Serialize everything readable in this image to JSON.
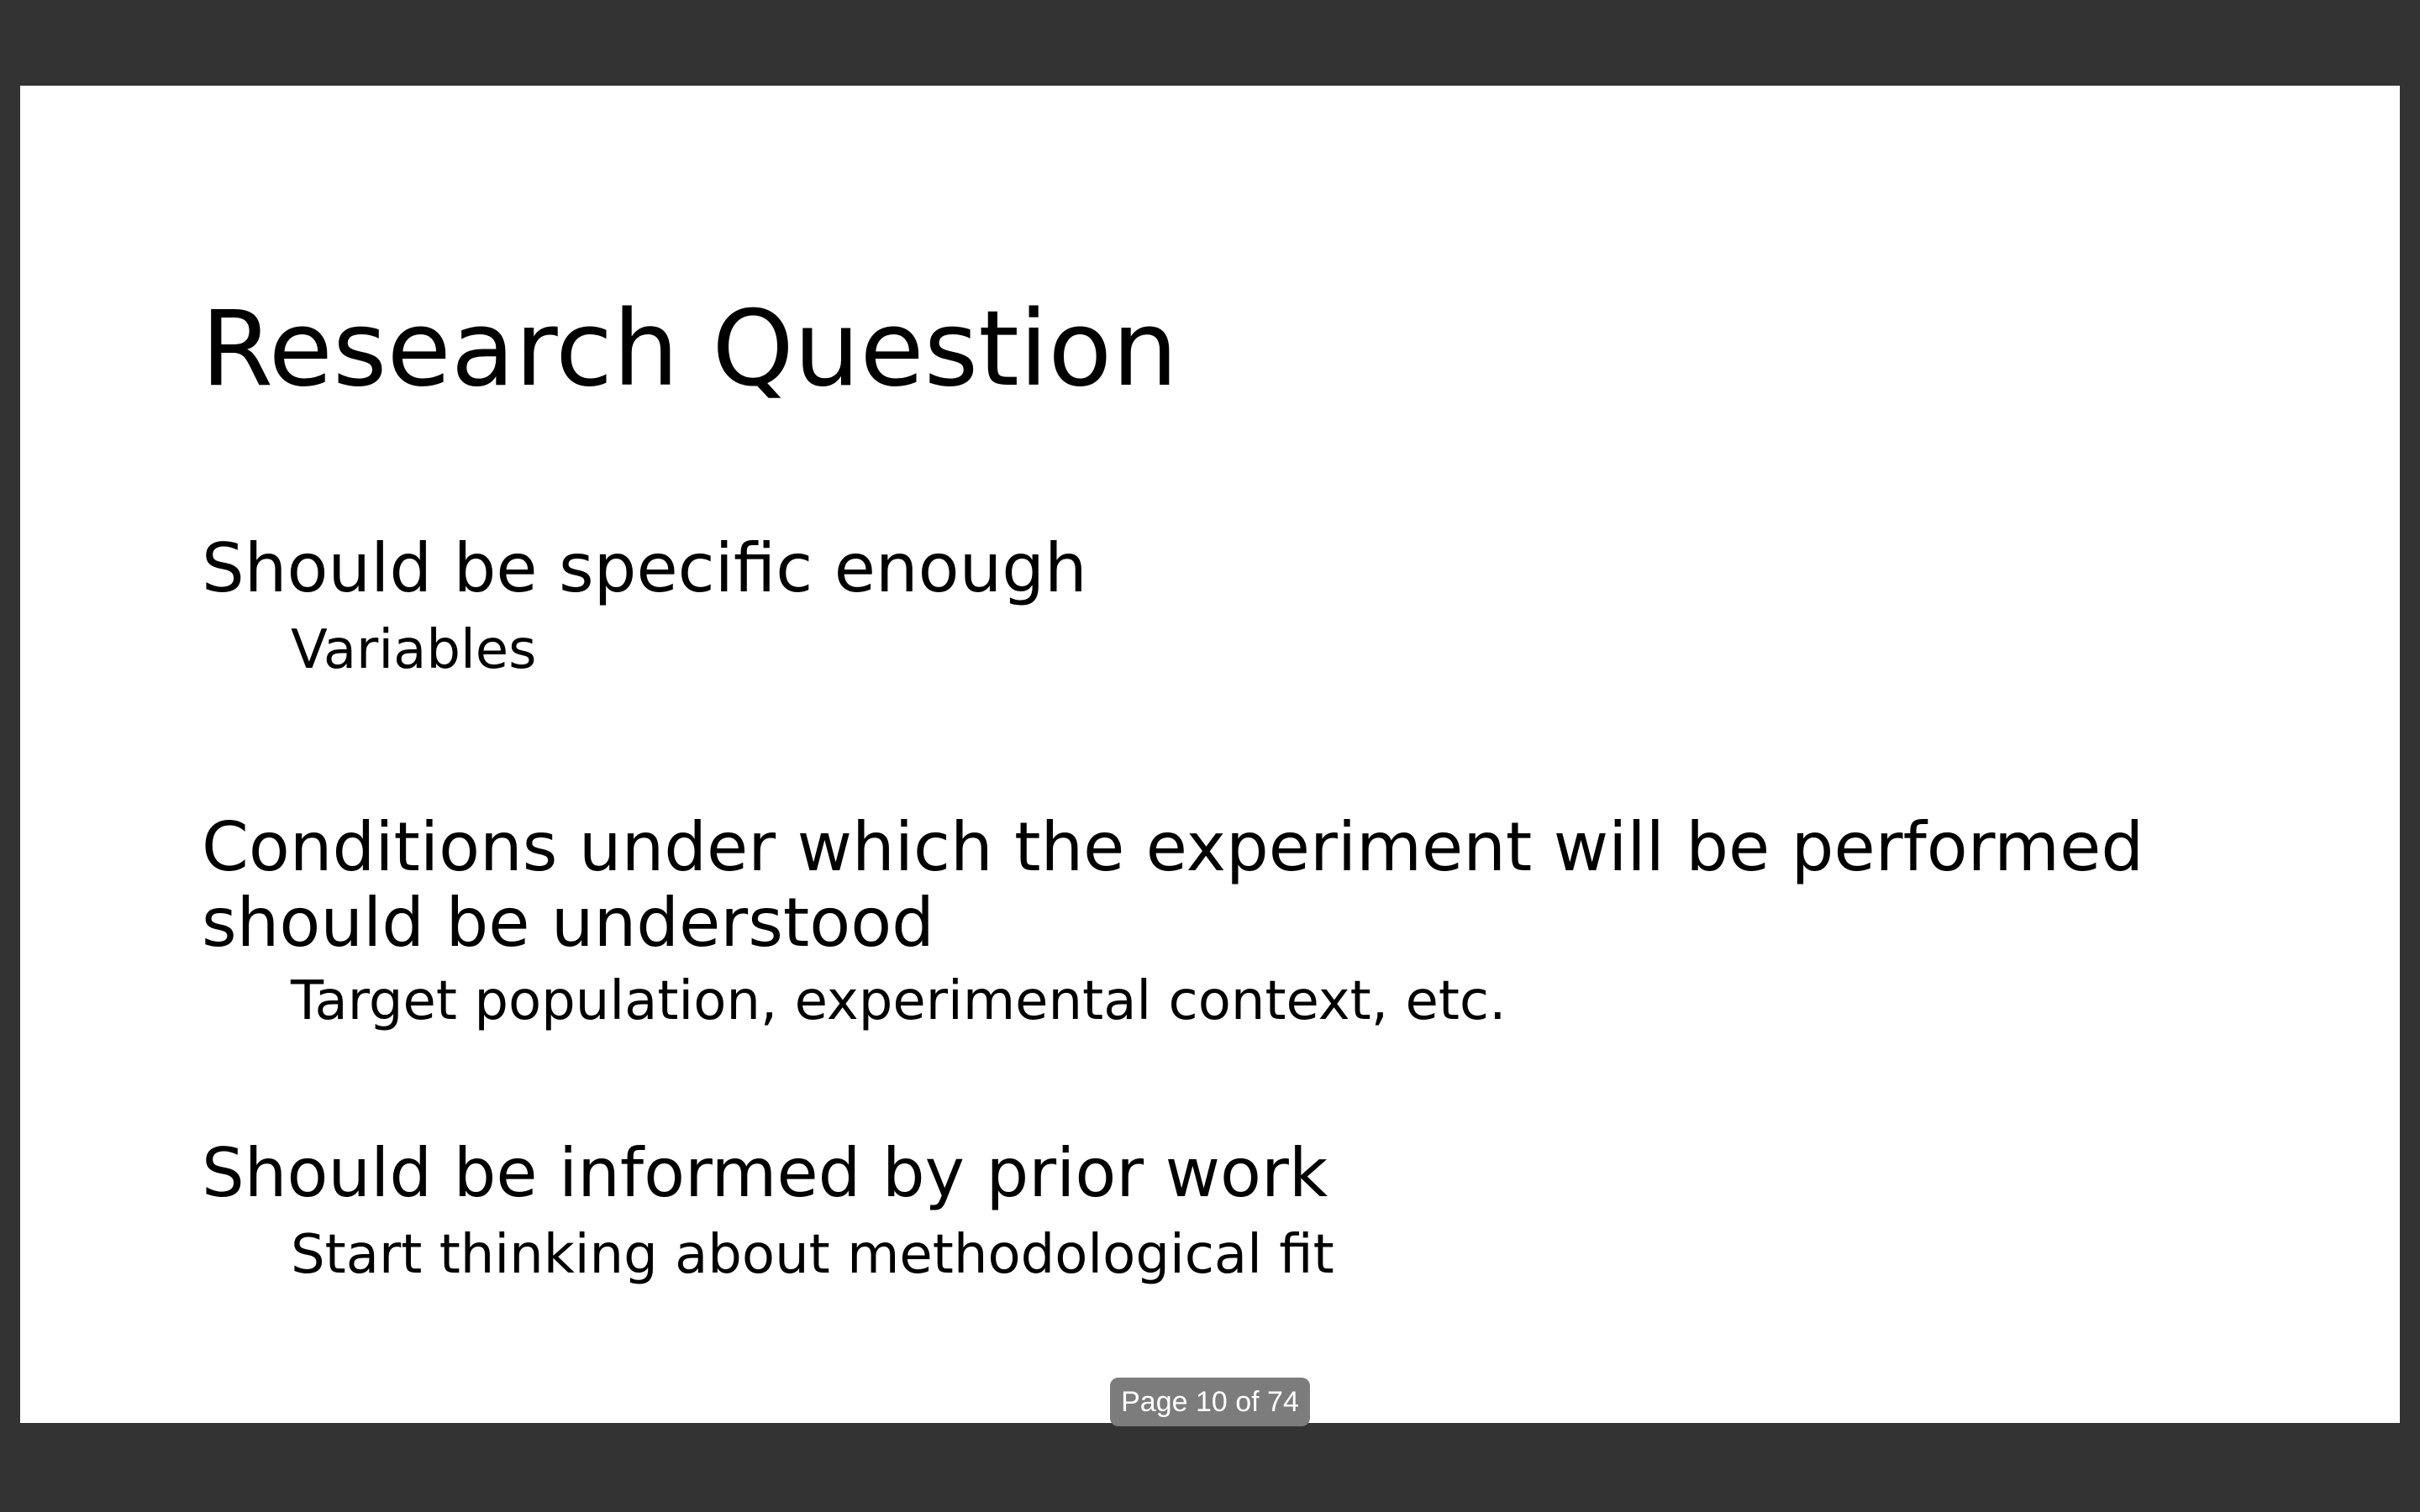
{
  "slide": {
    "title": "Research Question",
    "points": [
      {
        "text": "Should be specific enough",
        "sub": "Variables"
      },
      {
        "text": "Conditions under which the experiment will be performed should be understood",
        "sub": "Target population, experimental context, etc."
      },
      {
        "text": "Should be informed by prior work",
        "sub": "Start thinking about methodological fit"
      }
    ]
  },
  "viewer": {
    "page_indicator": "Page 10 of 74",
    "background_color": "#333333",
    "slide_color": "#ffffff"
  }
}
